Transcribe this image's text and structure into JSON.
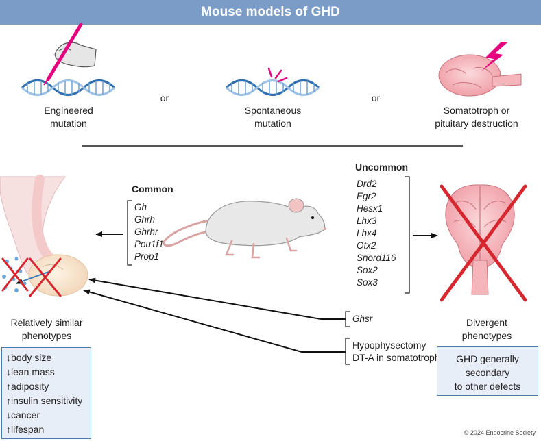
{
  "title": "Mouse models of GHD",
  "top": {
    "engineered": "Engineered\nmutation",
    "or1": "or",
    "spontaneous": "Spontaneous\nmutation",
    "or2": "or",
    "destruction": "Somatotroph or\npituitary destruction"
  },
  "common": {
    "heading": "Common",
    "genes": [
      "Gh",
      "Ghrh",
      "Ghrhr",
      "Pou1f1",
      "Prop1"
    ]
  },
  "uncommon": {
    "heading": "Uncommon",
    "genes": [
      "Drd2",
      "Egr2",
      "Hesx1",
      "Lhx3",
      "Lhx4",
      "Otx2",
      "Snord116",
      "Sox2",
      "Sox3"
    ]
  },
  "ghsr": "Ghsr",
  "hypophysectomy": [
    "Hypophysectomy",
    "DT-A in somatotroph"
  ],
  "left_label": "Relatively similar\nphenotypes",
  "left_box": [
    "↓body size",
    "↓lean mass",
    "↑adiposity",
    "↑insulin sensitivity",
    "↓cancer",
    "↑lifespan"
  ],
  "right_label": "Divergent\nphenotypes",
  "right_box": "GHD generally\nsecondary\nto other defects",
  "copyright": "© 2024 Endocrine Society",
  "colors": {
    "banner": "#7a9cc6",
    "box_border": "#4e79ad",
    "box_fill": "#e8eef7",
    "cross": "#d6262e",
    "dna": "#2f6fb0",
    "pink": "#e5007e"
  }
}
